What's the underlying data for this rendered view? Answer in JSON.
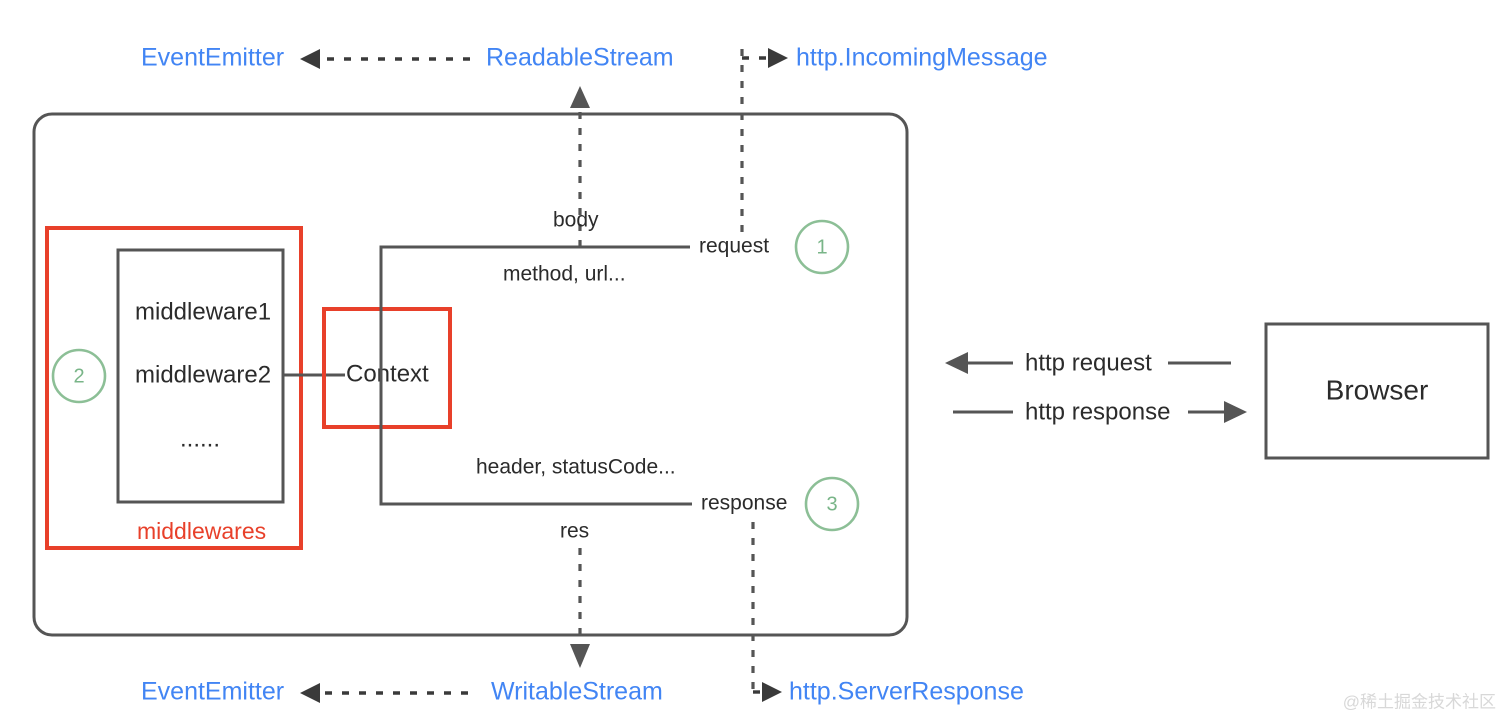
{
  "diagram": {
    "title": "Koa HTTP request lifecycle diagram",
    "colors": {
      "blue": "#4285f4",
      "red": "#e8402a",
      "green": "#8cbf96",
      "gray": "#555555",
      "text_dark": "#2b2b2b",
      "watermark": "#d8d8d8"
    },
    "top_labels": {
      "event_emitter": "EventEmitter",
      "readable_stream": "ReadableStream",
      "incoming_message": "http.IncomingMessage"
    },
    "bottom_labels": {
      "event_emitter": "EventEmitter",
      "writable_stream": "WritableStream",
      "server_response": "http.ServerResponse"
    },
    "server_box": {
      "middlewares_group_label": "middlewares",
      "middleware_items": [
        "middleware1",
        "middleware2",
        "......"
      ],
      "context_label": "Context",
      "request_line": {
        "above_label": "body",
        "below_label": "method,  url...",
        "end_label": "request",
        "marker": "1"
      },
      "response_line": {
        "above_label": "header, statusCode...",
        "below_label": "res",
        "end_label": "response",
        "marker": "3"
      },
      "middlewares_marker": "2"
    },
    "client": {
      "browser_label": "Browser",
      "request_flow_label": "http request",
      "response_flow_label": "http response"
    },
    "watermark": "@稀土掘金技术社区"
  }
}
